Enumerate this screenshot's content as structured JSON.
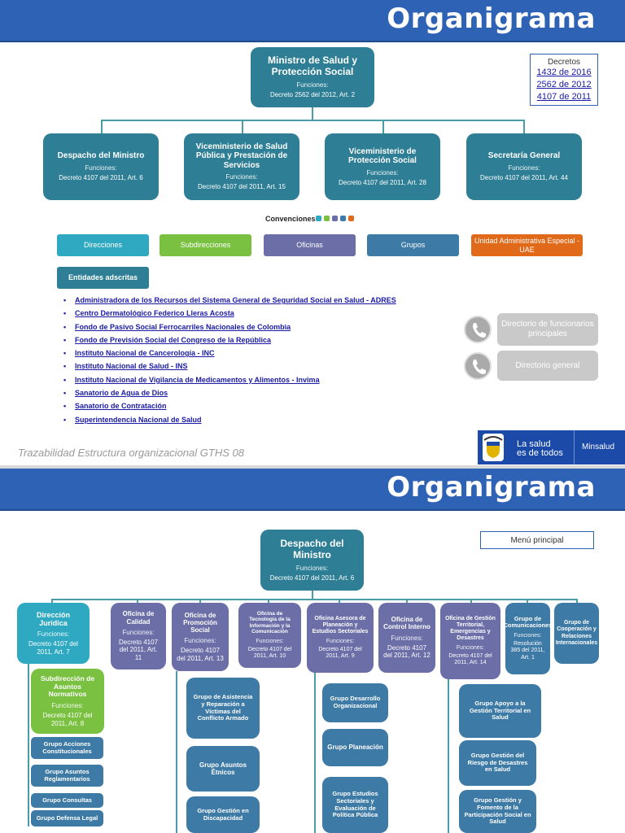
{
  "slide1": {
    "header_title": "Organigrama",
    "root": {
      "name": "Ministro de Salud y Protección Social",
      "funciones": "Funciones:",
      "decree": "Decreto 2562 del 2012, Art. 2"
    },
    "decretos": {
      "title": "Decretos",
      "links": [
        "1432 de 2016",
        "2562 de 2012",
        "4107 de 2011"
      ]
    },
    "level1": [
      {
        "name": "Despacho del Ministro",
        "funciones": "Funciones:",
        "decree": "Decreto 4107 del 2011, Art. 6"
      },
      {
        "name": "Viceministerio de Salud Pública y Prestación de Servicios",
        "funciones": "Funciones:",
        "decree": "Decreto 4107 del 2011, Art. 15"
      },
      {
        "name": "Viceministerio de Protección Social",
        "funciones": "Funciones:",
        "decree": "Decreto 4107 del 2011, Art. 28"
      },
      {
        "name": "Secretaría General",
        "funciones": "Funciones:",
        "decree": "Decreto 4107 del 2011, Art. 44"
      }
    ],
    "conventions_label": "Convenciones",
    "conventions": [
      {
        "label": "Direcciones",
        "color": "#2fa9c2"
      },
      {
        "label": "Subdirecciones",
        "color": "#7ac142"
      },
      {
        "label": "Oficinas",
        "color": "#6b6ea7"
      },
      {
        "label": "Grupos",
        "color": "#3d7aa6"
      },
      {
        "label": "Unidad Administrativa Especial - UAE",
        "color": "#e06a1a"
      }
    ],
    "entidades_label": "Entidades adscritas",
    "entidades": [
      "Administradora de los Recursos del Sistema General de Seguridad Social en Salud - ADRES",
      "Centro Dermatológico Federico Lleras Acosta",
      "Fondo de Pasivo Social Ferrocarriles Nacionales de Colombia",
      "Fondo de Previsión Social del Congreso de la República",
      "Instituto Nacional de Cancerología - INC",
      "Instituto Nacional de Salud - INS",
      "Instituto Nacional de Vigilancia de Medicamentos y Alimentos - Invima",
      "Sanatorio de Agua de Dios",
      "Sanatorio de Contratación",
      "Superintendencia Nacional de Salud"
    ],
    "directory_buttons": [
      "Directorio de funcionarios principales",
      "Directorio general"
    ],
    "footer_text": "Trazabilidad Estructura organizacional GTHS 08",
    "logo": {
      "slogan_line1": "La salud",
      "slogan_line2": "es de todos",
      "brand": "Minsalud"
    }
  },
  "slide2": {
    "header_title": "Organigrama",
    "menu_button": "Menú principal",
    "root": {
      "name": "Despacho del Ministro",
      "funciones": "Funciones:",
      "decree": "Decreto 4107 del 2011, Art. 6"
    },
    "direccion_juridica": {
      "name": "Dirección Jurídica",
      "funciones": "Funciones:",
      "decree": "Decreto 4107 del 2011, Art. 7"
    },
    "subdireccion": {
      "name": "Subdirección de Asuntos Normativos",
      "funciones": "Funciones:",
      "decree": "Decreto 4107 del 2011, Art. 8"
    },
    "juridica_groups": [
      "Grupo Acciones Constitucionales",
      "Grupo Asuntos Reglamentarios",
      "Grupo Consultas",
      "Grupo Defensa Legal"
    ],
    "offices": [
      {
        "name": "Oficina de Calidad",
        "funciones": "Funciones:",
        "decree": "Decreto 4107 del 2011, Art. 11"
      },
      {
        "name": "Oficina de Promoción Social",
        "funciones": "Funciones:",
        "decree": "Decreto 4107 del 2011, Art. 13"
      },
      {
        "name": "Oficina de Tecnología de la Información y la Comunicación",
        "funciones": "Funciones:",
        "decree": "Decreto 4107 del 2011, Art. 10"
      },
      {
        "name": "Oficina Asesora de Planeación y Estudios Sectoriales",
        "funciones": "Funciones:",
        "decree": "Decreto 4107 del 2011, Art. 9"
      },
      {
        "name": "Oficina de Control Interno",
        "funciones": "Funciones:",
        "decree": "Decreto 4107 del 2011, Art. 12"
      },
      {
        "name": "Oficina de Gestión Territorial, Emergencias y Desastres",
        "funciones": "Funciones:",
        "decree": "Decreto 4107 del 2011, Art. 14"
      }
    ],
    "grupo_comunicaciones": {
      "name": "Grupo de Comunicaciones",
      "funciones": "Funciones:",
      "decree": "Resolución 385 del 2011, Art. 1"
    },
    "grupo_cooperacion": {
      "name": "Grupo de Cooperación y Relaciones Internacionales"
    },
    "promocion_groups": [
      "Grupo de Asistencia y Reparación a Víctimas del Conflicto Armado",
      "Grupo Asuntos Étnicos",
      "Grupo Gestión en Discapacidad"
    ],
    "planeacion_groups": [
      "Grupo Desarrollo Organizacional",
      "Grupo Planeación",
      "Grupo Estudios Sectoriales y Evaluación de Política Pública"
    ],
    "gestion_groups": [
      "Grupo Apoyo a la Gestión Territorial en Salud",
      "Grupo Gestión del Riesgo de Desastres en Salud",
      "Grupo Gestión y Fomento de la Participación Social en Salud"
    ]
  }
}
